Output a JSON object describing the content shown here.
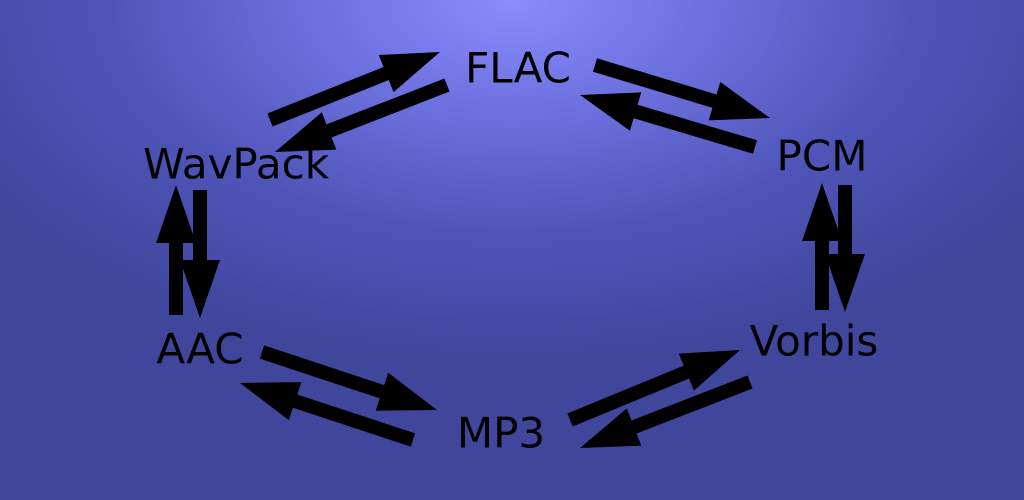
{
  "nodes": {
    "flac": "FLAC",
    "pcm": "PCM",
    "wavpack": "WavPack",
    "aac": "AAC",
    "vorbis": "Vorbis",
    "mp3": "MP3"
  },
  "edges": [
    {
      "from": "WavPack",
      "to": "FLAC"
    },
    {
      "from": "FLAC",
      "to": "WavPack"
    },
    {
      "from": "FLAC",
      "to": "PCM"
    },
    {
      "from": "PCM",
      "to": "FLAC"
    },
    {
      "from": "AAC",
      "to": "WavPack"
    },
    {
      "from": "WavPack",
      "to": "AAC"
    },
    {
      "from": "Vorbis",
      "to": "PCM"
    },
    {
      "from": "PCM",
      "to": "Vorbis"
    },
    {
      "from": "AAC",
      "to": "MP3"
    },
    {
      "from": "MP3",
      "to": "AAC"
    },
    {
      "from": "MP3",
      "to": "Vorbis"
    },
    {
      "from": "Vorbis",
      "to": "MP3"
    }
  ],
  "colors": {
    "arrow": "#000000",
    "bg_center": "#8a8cff",
    "bg_edge": "#40469c"
  }
}
